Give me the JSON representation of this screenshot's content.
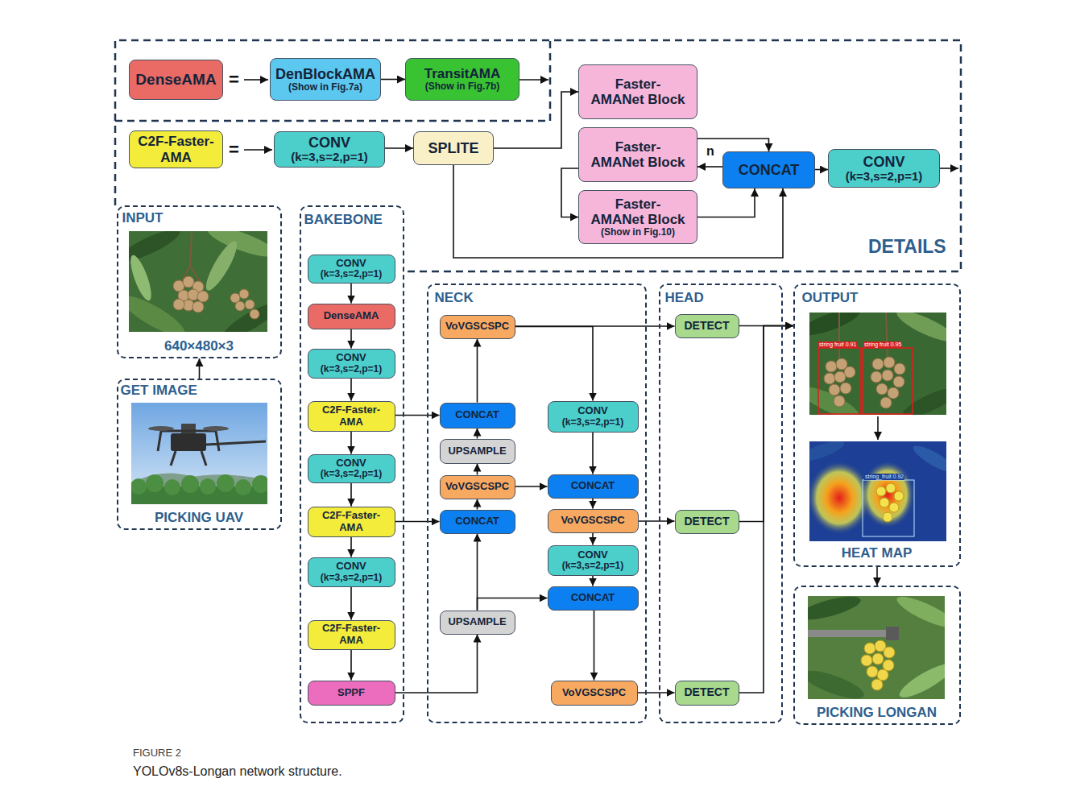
{
  "diagram": {
    "caption": "YOLOv8s-Longan network structure.",
    "nodes": [
      {
        "text": [
          "DETAILS"
        ]
      },
      {
        "text": [
          "DenseAMA"
        ],
        "in": 0
      },
      {
        "text": [
          "DenBlockAMA",
          "(Show in Fig.7a)"
        ],
        "in": 0
      },
      {
        "text": [
          "TransitAMA",
          "(Show in Fig.7b)"
        ],
        "in": 0
      },
      {
        "text": [
          "Faster- AMANet Block"
        ],
        "in": 0
      },
      {
        "text": [
          "C2F-Faster- AMA"
        ],
        "in": 0
      },
      {
        "text": [
          "CONV",
          "(k=3,s=2,p=1)"
        ],
        "in": 0
      },
      {
        "text": [
          "SPLITE"
        ],
        "in": 0
      },
      {
        "text": [
          "Faster- AMANet Block"
        ],
        "in": 0
      },
      {
        "text": [
          "CONCAT"
        ],
        "in": 0
      },
      {
        "text": [
          "CONV",
          "(k=3,s=2,p=1)"
        ],
        "in": 0
      },
      {
        "text": [
          "Faster- AMANet Block",
          "(Show in Fig.10)"
        ],
        "in": 0
      },
      {
        "text": [
          "INPUT",
          "640×480×3"
        ]
      },
      {
        "text": [
          "GET IMAGE",
          "PICKING UAV"
        ]
      },
      {
        "text": [
          "BAKEBONE"
        ]
      },
      {
        "text": [
          "CONV",
          "(k=3,s=2,p=1)"
        ],
        "in": 14
      },
      {
        "text": [
          "DenseAMA"
        ],
        "in": 14
      },
      {
        "text": [
          "CONV",
          "(k=3,s=2,p=1)"
        ],
        "in": 14
      },
      {
        "text": [
          "C2F-Faster- AMA"
        ],
        "in": 14
      },
      {
        "text": [
          "CONV",
          "(k=3,s=2,p=1)"
        ],
        "in": 14
      },
      {
        "text": [
          "C2F-Faster- AMA"
        ],
        "in": 14
      },
      {
        "text": [
          "CONV",
          "(k=3,s=2,p=1)"
        ],
        "in": 14
      },
      {
        "text": [
          "C2F-Faster- AMA"
        ],
        "in": 14
      },
      {
        "text": [
          "SPPF"
        ],
        "in": 14
      },
      {
        "text": [
          "NECK"
        ]
      },
      {
        "text": [
          "VoVGSCSPC"
        ],
        "in": 24
      },
      {
        "text": [
          "CONCAT"
        ],
        "in": 24
      },
      {
        "text": [
          "CONV",
          "(k=3,s=2,p=1)"
        ],
        "in": 24
      },
      {
        "text": [
          "UPSAMPLE"
        ],
        "in": 24
      },
      {
        "text": [
          "VoVGSCSPC"
        ],
        "in": 24
      },
      {
        "text": [
          "CONCAT"
        ],
        "in": 24
      },
      {
        "text": [
          "CONCAT"
        ],
        "in": 24
      },
      {
        "text": [
          "VoVGSCSPC"
        ],
        "in": 24
      },
      {
        "text": [
          "CONV",
          "(k=3,s=2,p=1)"
        ],
        "in": 24
      },
      {
        "text": [
          "CONCAT"
        ],
        "in": 24
      },
      {
        "text": [
          "UPSAMPLE"
        ],
        "in": 24
      },
      {
        "text": [
          "VoVGSCSPC"
        ],
        "in": 24
      },
      {
        "text": [
          "HEAD"
        ]
      },
      {
        "text": [
          "DETECT"
        ],
        "in": 37
      },
      {
        "text": [
          "DETECT"
        ],
        "in": 37
      },
      {
        "text": [
          "DETECT"
        ],
        "in": 37
      },
      {
        "text": [
          "OUTPUT",
          "HEAT MAP"
        ]
      },
      {
        "text": [
          "PICKING LONGAN"
        ]
      }
    ],
    "edges": [
      {
        "from": 2,
        "to": 3,
        "arrow": "to"
      },
      {
        "from": 6,
        "to": 7,
        "arrow": "to"
      },
      {
        "from": 7,
        "to": 4,
        "arrow": "to"
      },
      {
        "from": 8,
        "to": 11,
        "arrow": "to"
      },
      {
        "from": 8,
        "to": 9,
        "arrow": "to"
      },
      {
        "from": 9,
        "to": 8,
        "arrow": "to"
      },
      {
        "from": 11,
        "to": 9,
        "arrow": "to"
      },
      {
        "from": 7,
        "to": 9,
        "arrow": "to"
      },
      {
        "from": 9,
        "to": 10,
        "arrow": "to"
      },
      {
        "from": 13,
        "to": 12,
        "arrow": "to"
      },
      {
        "from": 15,
        "to": 16,
        "arrow": "to"
      },
      {
        "from": 16,
        "to": 17,
        "arrow": "to"
      },
      {
        "from": 17,
        "to": 18,
        "arrow": "to"
      },
      {
        "from": 18,
        "to": 19,
        "arrow": "to"
      },
      {
        "from": 19,
        "to": 20,
        "arrow": "to"
      },
      {
        "from": 20,
        "to": 21,
        "arrow": "to"
      },
      {
        "from": 21,
        "to": 22,
        "arrow": "to"
      },
      {
        "from": 22,
        "to": 23,
        "arrow": "to"
      },
      {
        "from": 18,
        "to": 26,
        "arrow": "to"
      },
      {
        "from": 20,
        "to": 31,
        "arrow": "to"
      },
      {
        "from": 23,
        "to": 35,
        "arrow": "to"
      },
      {
        "from": 35,
        "to": 31,
        "arrow": "to"
      },
      {
        "from": 35,
        "to": 34,
        "arrow": "to"
      },
      {
        "from": 31,
        "to": 29,
        "arrow": "to"
      },
      {
        "from": 29,
        "to": 28,
        "arrow": "to"
      },
      {
        "from": 28,
        "to": 26,
        "arrow": "to"
      },
      {
        "from": 26,
        "to": 25,
        "arrow": "to"
      },
      {
        "from": 29,
        "to": 30,
        "arrow": "to"
      },
      {
        "from": 25,
        "to": 38,
        "arrow": "to"
      },
      {
        "from": 25,
        "to": 27,
        "arrow": "to"
      },
      {
        "from": 27,
        "to": 30,
        "arrow": "to"
      },
      {
        "from": 30,
        "to": 32,
        "arrow": "to"
      },
      {
        "from": 32,
        "to": 39,
        "arrow": "to"
      },
      {
        "from": 32,
        "to": 33,
        "arrow": "to"
      },
      {
        "from": 33,
        "to": 34,
        "arrow": "to"
      },
      {
        "from": 34,
        "to": 36,
        "arrow": "to"
      },
      {
        "from": 36,
        "to": 40,
        "arrow": "to"
      },
      {
        "from": 38,
        "to": 41,
        "arrow": "to"
      },
      {
        "from": 39,
        "to": 41,
        "arrow": "to"
      },
      {
        "from": 40,
        "to": 41,
        "arrow": "to"
      },
      {
        "from": 41,
        "to": 42,
        "arrow": "to"
      }
    ],
    "labels": [
      "FIGURE 2",
      "=",
      "=",
      "n",
      "string fruit 0.91",
      "string fruit 0.95",
      "string_fruit 0.92"
    ]
  }
}
